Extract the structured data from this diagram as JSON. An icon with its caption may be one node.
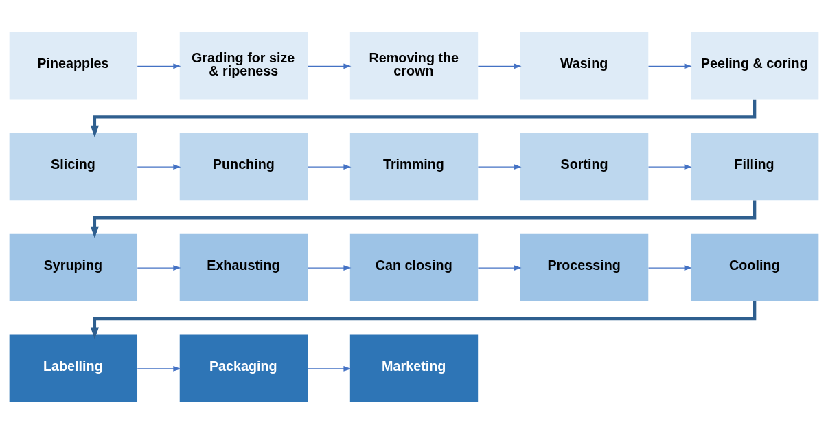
{
  "diagram": {
    "nodes": [
      {
        "text": [
          "Pineapples"
        ]
      },
      {
        "text": [
          "Grading for size & ripeness"
        ]
      },
      {
        "text": [
          "Removing the crown"
        ]
      },
      {
        "text": [
          "Wasing"
        ]
      },
      {
        "text": [
          "Peeling & coring"
        ]
      },
      {
        "text": [
          "Slicing"
        ]
      },
      {
        "text": [
          "Punching"
        ]
      },
      {
        "text": [
          "Trimming"
        ]
      },
      {
        "text": [
          "Sorting"
        ]
      },
      {
        "text": [
          "Filling"
        ]
      },
      {
        "text": [
          "Syruping"
        ]
      },
      {
        "text": [
          "Exhausting"
        ]
      },
      {
        "text": [
          "Can closing"
        ]
      },
      {
        "text": [
          "Processing"
        ]
      },
      {
        "text": [
          "Cooling"
        ]
      },
      {
        "text": [
          "Labelling"
        ]
      },
      {
        "text": [
          "Packaging"
        ]
      },
      {
        "text": [
          "Marketing"
        ]
      }
    ],
    "edges": [
      {
        "from": 0,
        "to": 1,
        "arrow": "to"
      },
      {
        "from": 1,
        "to": 2,
        "arrow": "to"
      },
      {
        "from": 2,
        "to": 3,
        "arrow": "to"
      },
      {
        "from": 3,
        "to": 4,
        "arrow": "to"
      },
      {
        "from": 4,
        "to": 5,
        "arrow": "to",
        "style": "thick",
        "color": "#2f5f8f"
      },
      {
        "from": 5,
        "to": 6,
        "arrow": "to"
      },
      {
        "from": 6,
        "to": 7,
        "arrow": "to"
      },
      {
        "from": 7,
        "to": 8,
        "arrow": "to"
      },
      {
        "from": 8,
        "to": 9,
        "arrow": "to"
      },
      {
        "from": 9,
        "to": 10,
        "arrow": "to",
        "style": "thick",
        "color": "#2f5f8f"
      },
      {
        "from": 10,
        "to": 11,
        "arrow": "to"
      },
      {
        "from": 11,
        "to": 12,
        "arrow": "to"
      },
      {
        "from": 12,
        "to": 13,
        "arrow": "to"
      },
      {
        "from": 13,
        "to": 14,
        "arrow": "to"
      },
      {
        "from": 14,
        "to": 15,
        "arrow": "to",
        "style": "thick",
        "color": "#2f5f8f"
      },
      {
        "from": 15,
        "to": 16,
        "arrow": "to"
      },
      {
        "from": 16,
        "to": 17,
        "arrow": "to"
      }
    ]
  }
}
